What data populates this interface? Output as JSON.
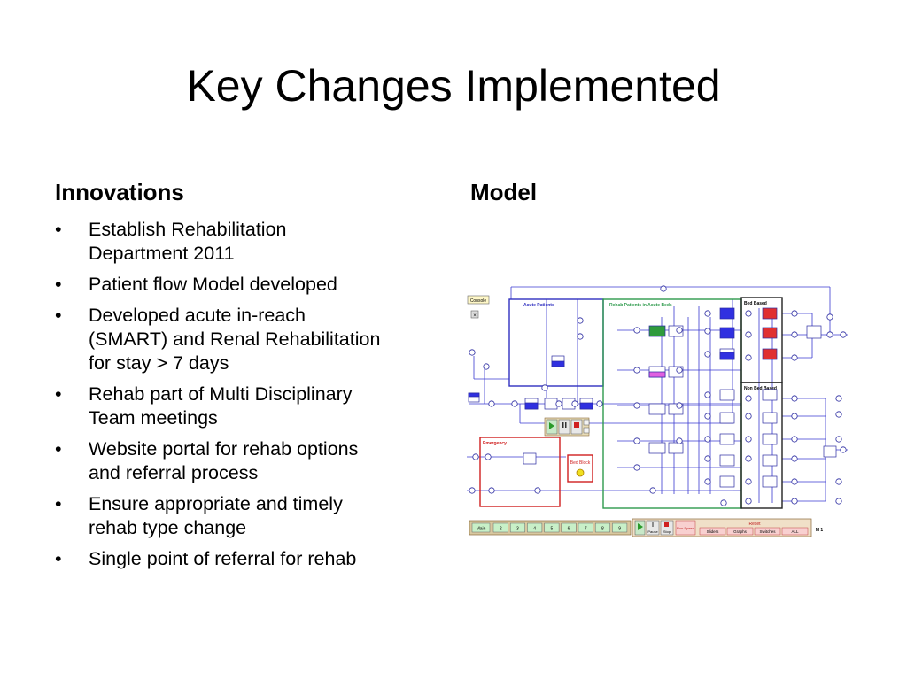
{
  "slide": {
    "title": "Key Changes Implemented",
    "left_heading": "Innovations",
    "right_heading": "Model",
    "bullet_glyph": "•",
    "bullets": [
      [
        "Establish Rehabilitation",
        "Department 2011"
      ],
      [
        "Patient flow Model developed"
      ],
      [
        "Developed acute in-reach",
        "(SMART) and Renal Rehabilitation",
        "for stay > 7 days"
      ],
      [
        "Rehab part of Multi Disciplinary",
        "Team meetings"
      ],
      [
        "Website  portal for rehab options",
        "and referral process"
      ],
      [
        "Ensure appropriate and timely",
        "rehab type change"
      ],
      [
        "Single point of referral for rehab"
      ]
    ]
  },
  "model": {
    "console_label": "Console",
    "close_glyph": "×",
    "regions": {
      "acute": "Acute Patients",
      "rehab": "Rehab Patients in Acute Beds",
      "bed_based": "Bed Based",
      "non_bed_based": "Non Bed Based",
      "emergency": "Emergency",
      "bed_block": "Bed Block"
    },
    "controls": {
      "pause": "Pause",
      "stop": "Stop",
      "run_speed": "Run Speed",
      "reset": "Reset"
    },
    "nav_buttons": [
      "Main",
      "2",
      "3",
      "4",
      "5",
      "6",
      "7",
      "8",
      "9"
    ],
    "right_buttons": [
      "Sliders",
      "Graphs",
      "Switches",
      "ALL"
    ],
    "sheet_label": "M 1",
    "colors": {
      "acute_border": "#3030c0",
      "rehab_border": "#2e9a4c",
      "emergency_border": "#d02020",
      "black": "#222222",
      "green_box": "#2f9b3c",
      "magenta_box": "#e060e0",
      "blue_box": "#3030e0",
      "red_box": "#e03030",
      "toolbar": "#d8c8a0"
    }
  }
}
